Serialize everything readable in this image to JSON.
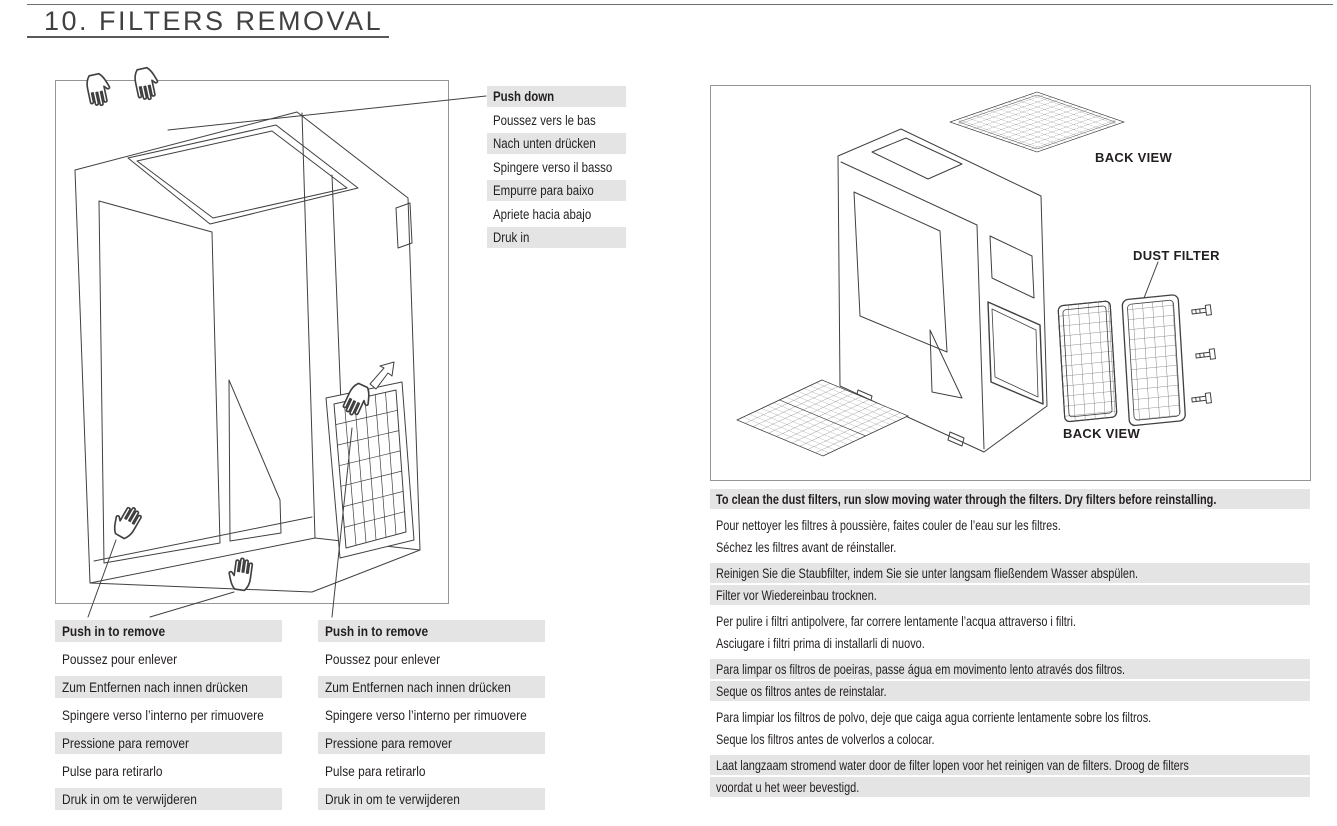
{
  "page": {
    "title": "10. FILTERS REMOVAL"
  },
  "colors": {
    "stripe": "#e4e4e4",
    "text": "#231f20",
    "line_art": "#404041"
  },
  "push_down_callout": {
    "rows": [
      "Push down",
      "Poussez vers le bas",
      "Nach unten drücken",
      "Spingere verso il basso",
      "Empurre para baixo",
      "Apriete hacia abajo",
      "Druk in"
    ]
  },
  "push_in_list_left": {
    "rows": [
      "Push in to remove",
      "Poussez pour enlever",
      "Zum Entfernen nach innen drücken",
      "Spingere verso l’interno per rimuovere",
      "Pressione para remover",
      "Pulse para retirarlo",
      "Druk in om te verwijderen"
    ]
  },
  "push_in_list_right": {
    "rows": [
      "Push in to remove",
      "Poussez pour enlever",
      "Zum Entfernen nach innen drücken",
      "Spingere verso l’interno per rimuovere",
      "Pressione para remover",
      "Pulse para retirarlo",
      "Druk in om te verwijderen"
    ]
  },
  "right_diagram": {
    "back_view_top_label": "BACK VIEW",
    "dust_filter_label": "DUST FILTER",
    "back_view_bottom_label": "BACK VIEW"
  },
  "cleaning_instructions": {
    "rows": [
      {
        "lines": [
          "To clean the dust filters, run slow moving water through the filters. Dry filters before reinstalling."
        ]
      },
      {
        "lines": [
          "Pour nettoyer les filtres à poussière, faites couler de l’eau sur les filtres.",
          "Séchez les filtres avant de réinstaller."
        ]
      },
      {
        "lines": [
          "Reinigen Sie die Staubfilter, indem Sie sie unter langsam fließendem Wasser abspülen.",
          "Filter vor Wiedereinbau trocknen."
        ]
      },
      {
        "lines": [
          "Per pulire i filtri antipolvere, far correre lentamente l’acqua attraverso i filtri.",
          "Asciugare i filtri prima di installarli di nuovo."
        ]
      },
      {
        "lines": [
          "Para limpar os filtros de poeiras, passe água em movimento lento através dos filtros.",
          "Seque os filtros antes de reinstalar."
        ]
      },
      {
        "lines": [
          "Para limpiar los filtros de polvo, deje que caiga agua corriente lentamente sobre los filtros.",
          "Seque los filtros antes de volverlos a colocar."
        ]
      },
      {
        "lines": [
          "Laat langzaam stromend water door de filter lopen voor het reinigen van de filters. Droog de filters",
          "voordat u het weer bevestigd."
        ]
      }
    ]
  }
}
